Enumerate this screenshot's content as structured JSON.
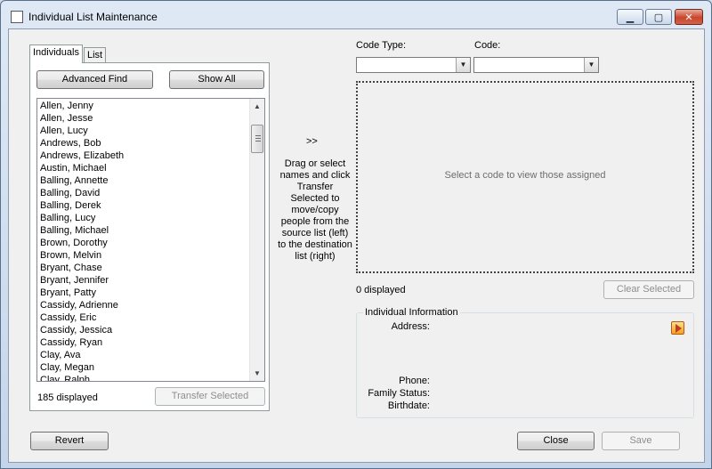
{
  "window": {
    "title": "Individual List Maintenance",
    "controls": {
      "minimize": "▁",
      "maximize": "▢",
      "close": "✕"
    }
  },
  "tabs": [
    {
      "label": "Individuals",
      "active": true
    },
    {
      "label": "List",
      "active": false
    }
  ],
  "left": {
    "advanced_find": "Advanced Find",
    "show_all": "Show All",
    "names": [
      "Allen, Jenny",
      "Allen, Jesse",
      "Allen, Lucy",
      "Andrews, Bob",
      "Andrews, Elizabeth",
      "Austin, Michael",
      "Balling, Annette",
      "Balling, David",
      "Balling, Derek",
      "Balling, Lucy",
      "Balling, Michael",
      "Brown, Dorothy",
      "Brown, Melvin",
      "Bryant, Chase",
      "Bryant, Jennifer",
      "Bryant, Patty",
      "Cassidy, Adrienne",
      "Cassidy, Eric",
      "Cassidy, Jessica",
      "Cassidy, Ryan",
      "Clay, Ava",
      "Clay, Megan",
      "Clay, Ralph"
    ],
    "count": "185 displayed",
    "transfer_selected": "Transfer Selected"
  },
  "middle": {
    "arrows": ">>",
    "instructions": "Drag or select names and click Transfer Selected to move/copy people from the source list (left) to the destination list (right)"
  },
  "right": {
    "code_type_label": "Code Type:",
    "code_label": "Code:",
    "code_type_value": "",
    "code_value": "",
    "placeholder": "Select a code to view those assigned",
    "count": "0 displayed",
    "clear_selected": "Clear Selected",
    "info": {
      "title": "Individual Information",
      "address_label": "Address:",
      "phone_label": "Phone:",
      "family_status_label": "Family Status:",
      "birthdate_label": "Birthdate:"
    }
  },
  "footer": {
    "revert": "Revert",
    "close": "Close",
    "save": "Save"
  },
  "icons": {
    "go": "go-arrow-icon"
  }
}
